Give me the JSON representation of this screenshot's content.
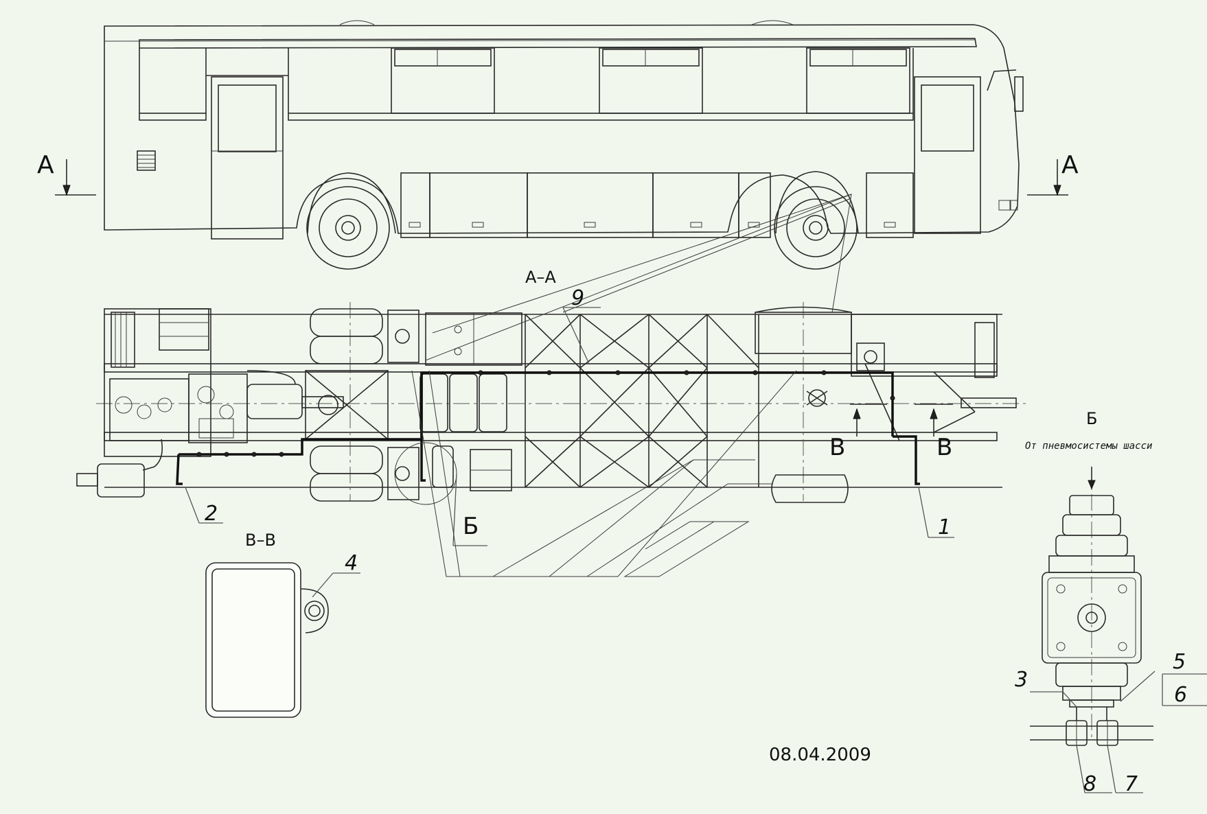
{
  "labels": {
    "view_a_left": "A",
    "view_a_right": "A",
    "section_aa": "A–A",
    "section_vv": "В–В",
    "section_v_arrow_1": "В",
    "section_v_arrow_2": "В",
    "detail_b_ref": "Б",
    "detail_b_title": "Б",
    "detail_b_caption": "От пневмосистемы шасси",
    "date": "08.04.2009"
  },
  "callouts": [
    "1",
    "2",
    "3",
    "4",
    "5",
    "6",
    "7",
    "8",
    "9"
  ]
}
